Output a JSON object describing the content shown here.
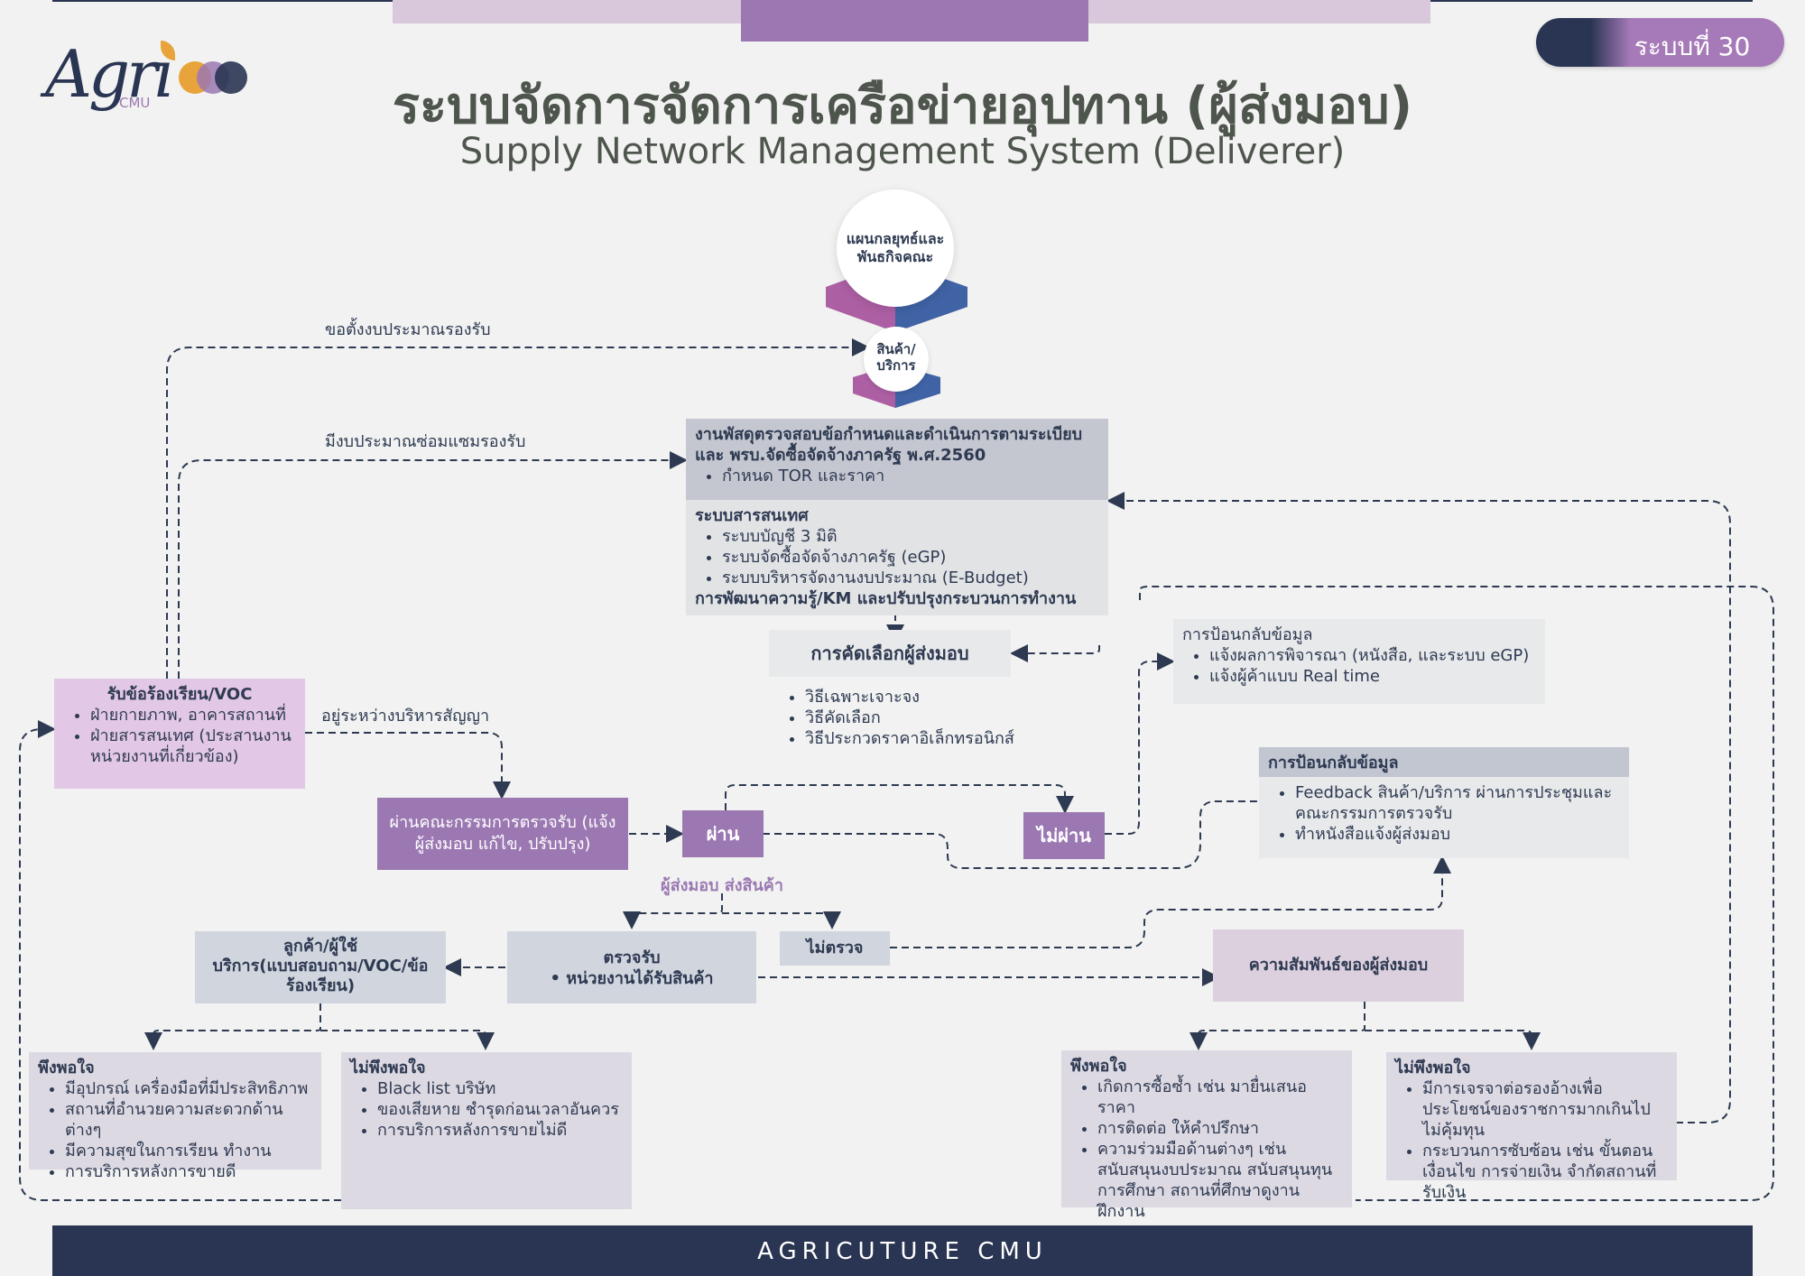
{
  "badge": "ระบบที่ 30",
  "logo": {
    "text": "Agri",
    "sub": "CMU"
  },
  "title_th": "ระบบจัดการจัดการเครือข่ายอุปทาน (ผู้ส่งมอบ)",
  "title_en": "Supply Network Management System (Deliverer)",
  "hub": {
    "top": "แผนกลยุทธ์และพันธกิจคณะ",
    "bottom": "สินค้า/บริการ"
  },
  "budget_labels": {
    "reserve": "ขอตั้งงบประมาณรองรับ",
    "repair": "มีงบประมาณซ่อมแซมรองรับ",
    "contract": "อยู่ระหว่างบริหารสัญญา"
  },
  "procurement": {
    "head": "งานพัสดุตรวจสอบข้อกำหนดและดำเนินการตามระเบียบและ พรบ.จัดซื้อจัดจ้างภาครัฐ พ.ศ.2560",
    "head_item": "กำหนด TOR และราคา",
    "it_title": "ระบบสารสนเทศ",
    "it_items": [
      "ระบบบัญชี 3 มิติ",
      "ระบบจัดซื้อจัดจ้างภาครัฐ (eGP)",
      "ระบบบริหารจัดงานงบประมาณ (E-Budget)"
    ],
    "km": "การพัฒนาความรู้/KM และปรับปรุงกระบวนการทำงาน"
  },
  "selection": {
    "title": "การคัดเลือกผู้ส่งมอบ",
    "items": [
      "วิธีเฉพาะเจาะจง",
      "วิธีคัดเลือก",
      "วิธีประกวดราคาอิเล็กทรอนิกส์"
    ]
  },
  "feedback1": {
    "title": "การป้อนกลับข้อมูล",
    "items": [
      "แจ้งผลการพิจารณา (หนังสือ, และระบบ eGP)",
      "แจ้งผู้ค้าแบบ Real time"
    ]
  },
  "feedback2": {
    "title": "การป้อนกลับข้อมูล",
    "items": [
      "Feedback สินค้า/บริการ ผ่านการประชุมและคณะกรรมการตรวจรับ",
      "ทำหนังสือแจ้งผู้ส่งมอบ"
    ]
  },
  "complaint": {
    "title": "รับข้อร้องเรียน/VOC",
    "items": [
      "ฝ่ายกายภาพ, อาคารสถานที่",
      "ฝ่ายสารสนเทศ (ประสานงานหน่วยงานที่เกี่ยวข้อง)"
    ]
  },
  "committee": "ผ่านคณะกรรมการตรวจรับ (แจ้งผู้ส่งมอบ แก้ไข, ปรับปรุง)",
  "pass": "ผ่าน",
  "fail": "ไม่ผ่าน",
  "deliver": "ผู้ส่งมอบ ส่งสินค้า",
  "inspect": {
    "title": "ตรวจรับ",
    "item": "หน่วยงานได้รับสินค้า"
  },
  "no_inspect": "ไม่ตรวจ",
  "customer": "ลูกค้า/ผู้ใช้บริการ(แบบสอบถาม/VOC/ข้อร้องเรียน)",
  "relation": "ความสัมพันธ์ของผู้ส่งมอบ",
  "sat_left": {
    "title": "พึงพอใจ",
    "items": [
      "มีอุปกรณ์ เครื่องมือที่มีประสิทธิภาพ",
      "สถานที่อำนวยความสะดวกด้านต่างๆ",
      "มีความสุขในการเรียน ทำงาน",
      "การบริการหลังการขายดี"
    ]
  },
  "unsat_left": {
    "title": "ไม่พึงพอใจ",
    "items": [
      "Black list บริษัท",
      "ของเสียหาย ชำรุดก่อนเวลาอันควร",
      "การบริการหลังการขายไม่ดี"
    ]
  },
  "sat_right": {
    "title": "พึงพอใจ",
    "items": [
      "เกิดการซื้อซ้ำ เช่น มายื่นเสนอราคา",
      "การติดต่อ ให้คำปรึกษา",
      "ความร่วมมือด้านต่างๆ เช่น สนับสนุนงบประมาณ สนับสนุนทุนการศึกษา สถานที่ศึกษาดูงาน ฝึกงาน"
    ]
  },
  "unsat_right": {
    "title": "ไม่พึงพอใจ",
    "items": [
      "มีการเจรจาต่อรองอ้างเพื่อประโยชน์ของราชการมากเกินไป ไม่คุ้มทุน",
      "กระบวนการซับซ้อน เช่น ขั้นตอน เงื่อนไข การจ่ายเงิน จำกัดสถานที่รับเงิน"
    ]
  },
  "footer": "AGRICUTURE CMU",
  "colors": {
    "navy": "#2a3553",
    "purple": "#9b78b2",
    "pink": "#e2c7e6",
    "gray": "#c4c7d0"
  }
}
